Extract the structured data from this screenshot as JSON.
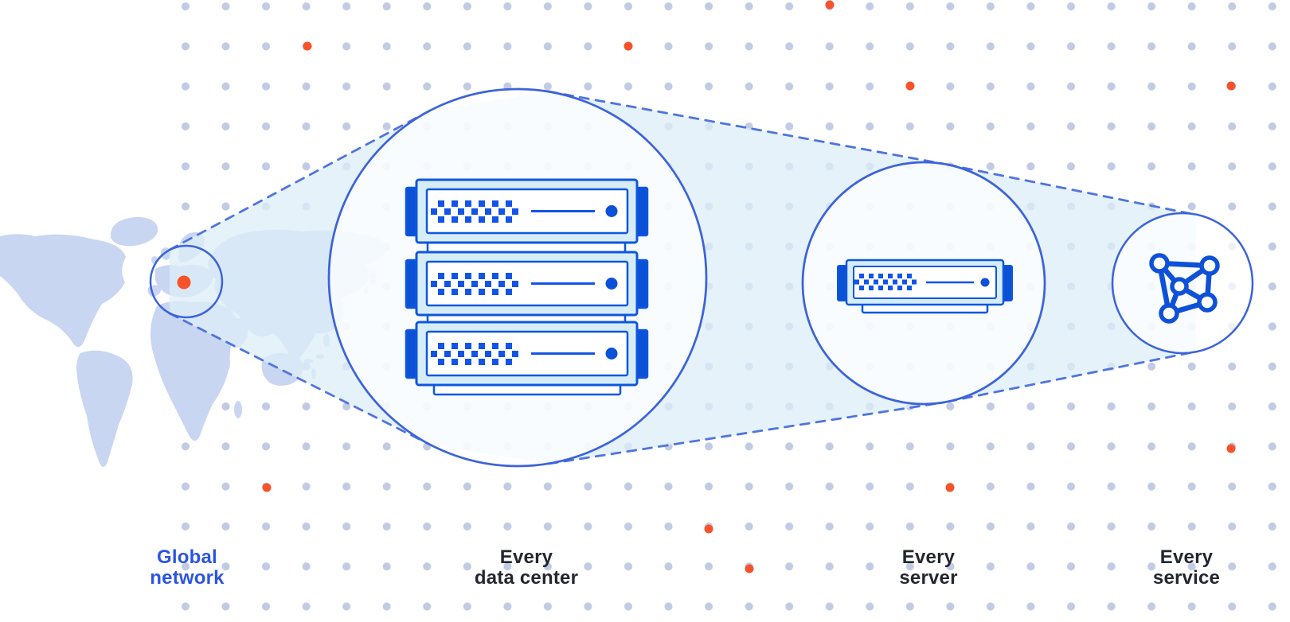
{
  "diagram": {
    "type": "network-zoom-infographic",
    "stages": [
      {
        "label_line1": "Global",
        "label_line2": "network",
        "icon": "world-map-highlight-circle",
        "highlighted": true
      },
      {
        "label_line1": "Every",
        "label_line2": "data center",
        "icon": "server-rack",
        "highlighted": false
      },
      {
        "label_line1": "Every",
        "label_line2": "server",
        "icon": "server",
        "highlighted": false
      },
      {
        "label_line1": "Every",
        "label_line2": "service",
        "icon": "mesh-network",
        "highlighted": false
      }
    ],
    "colors": {
      "background": "#FFFFFF",
      "accent_blue": "#1254E8",
      "deep_blue": "#0B51D8",
      "circle_stroke": "#3C63DA",
      "dashed_line": "#4E74E0",
      "cone_fill": "#DCEEF7",
      "server_panel_fill": "#D6EDF8",
      "map_fill": "#C9D6F2",
      "grid_dot": "#C2CBE4",
      "orange_dot": "#F6532B",
      "label_dark": "#23272E",
      "label_blue": "#2B55E0"
    }
  }
}
